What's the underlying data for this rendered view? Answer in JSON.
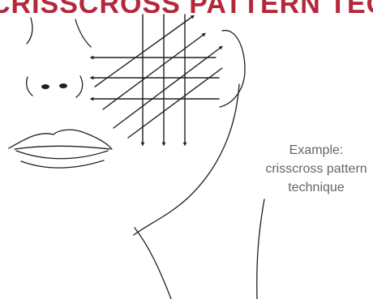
{
  "header": {
    "title": "CRISSCROSS PATTERN TECHNIQUE"
  },
  "caption": {
    "line1": "Example:",
    "line2": "crisscross pattern",
    "line3": "technique"
  },
  "colors": {
    "title": "#b5283b",
    "caption": "#666666",
    "line_art": "#1f1f1f"
  }
}
